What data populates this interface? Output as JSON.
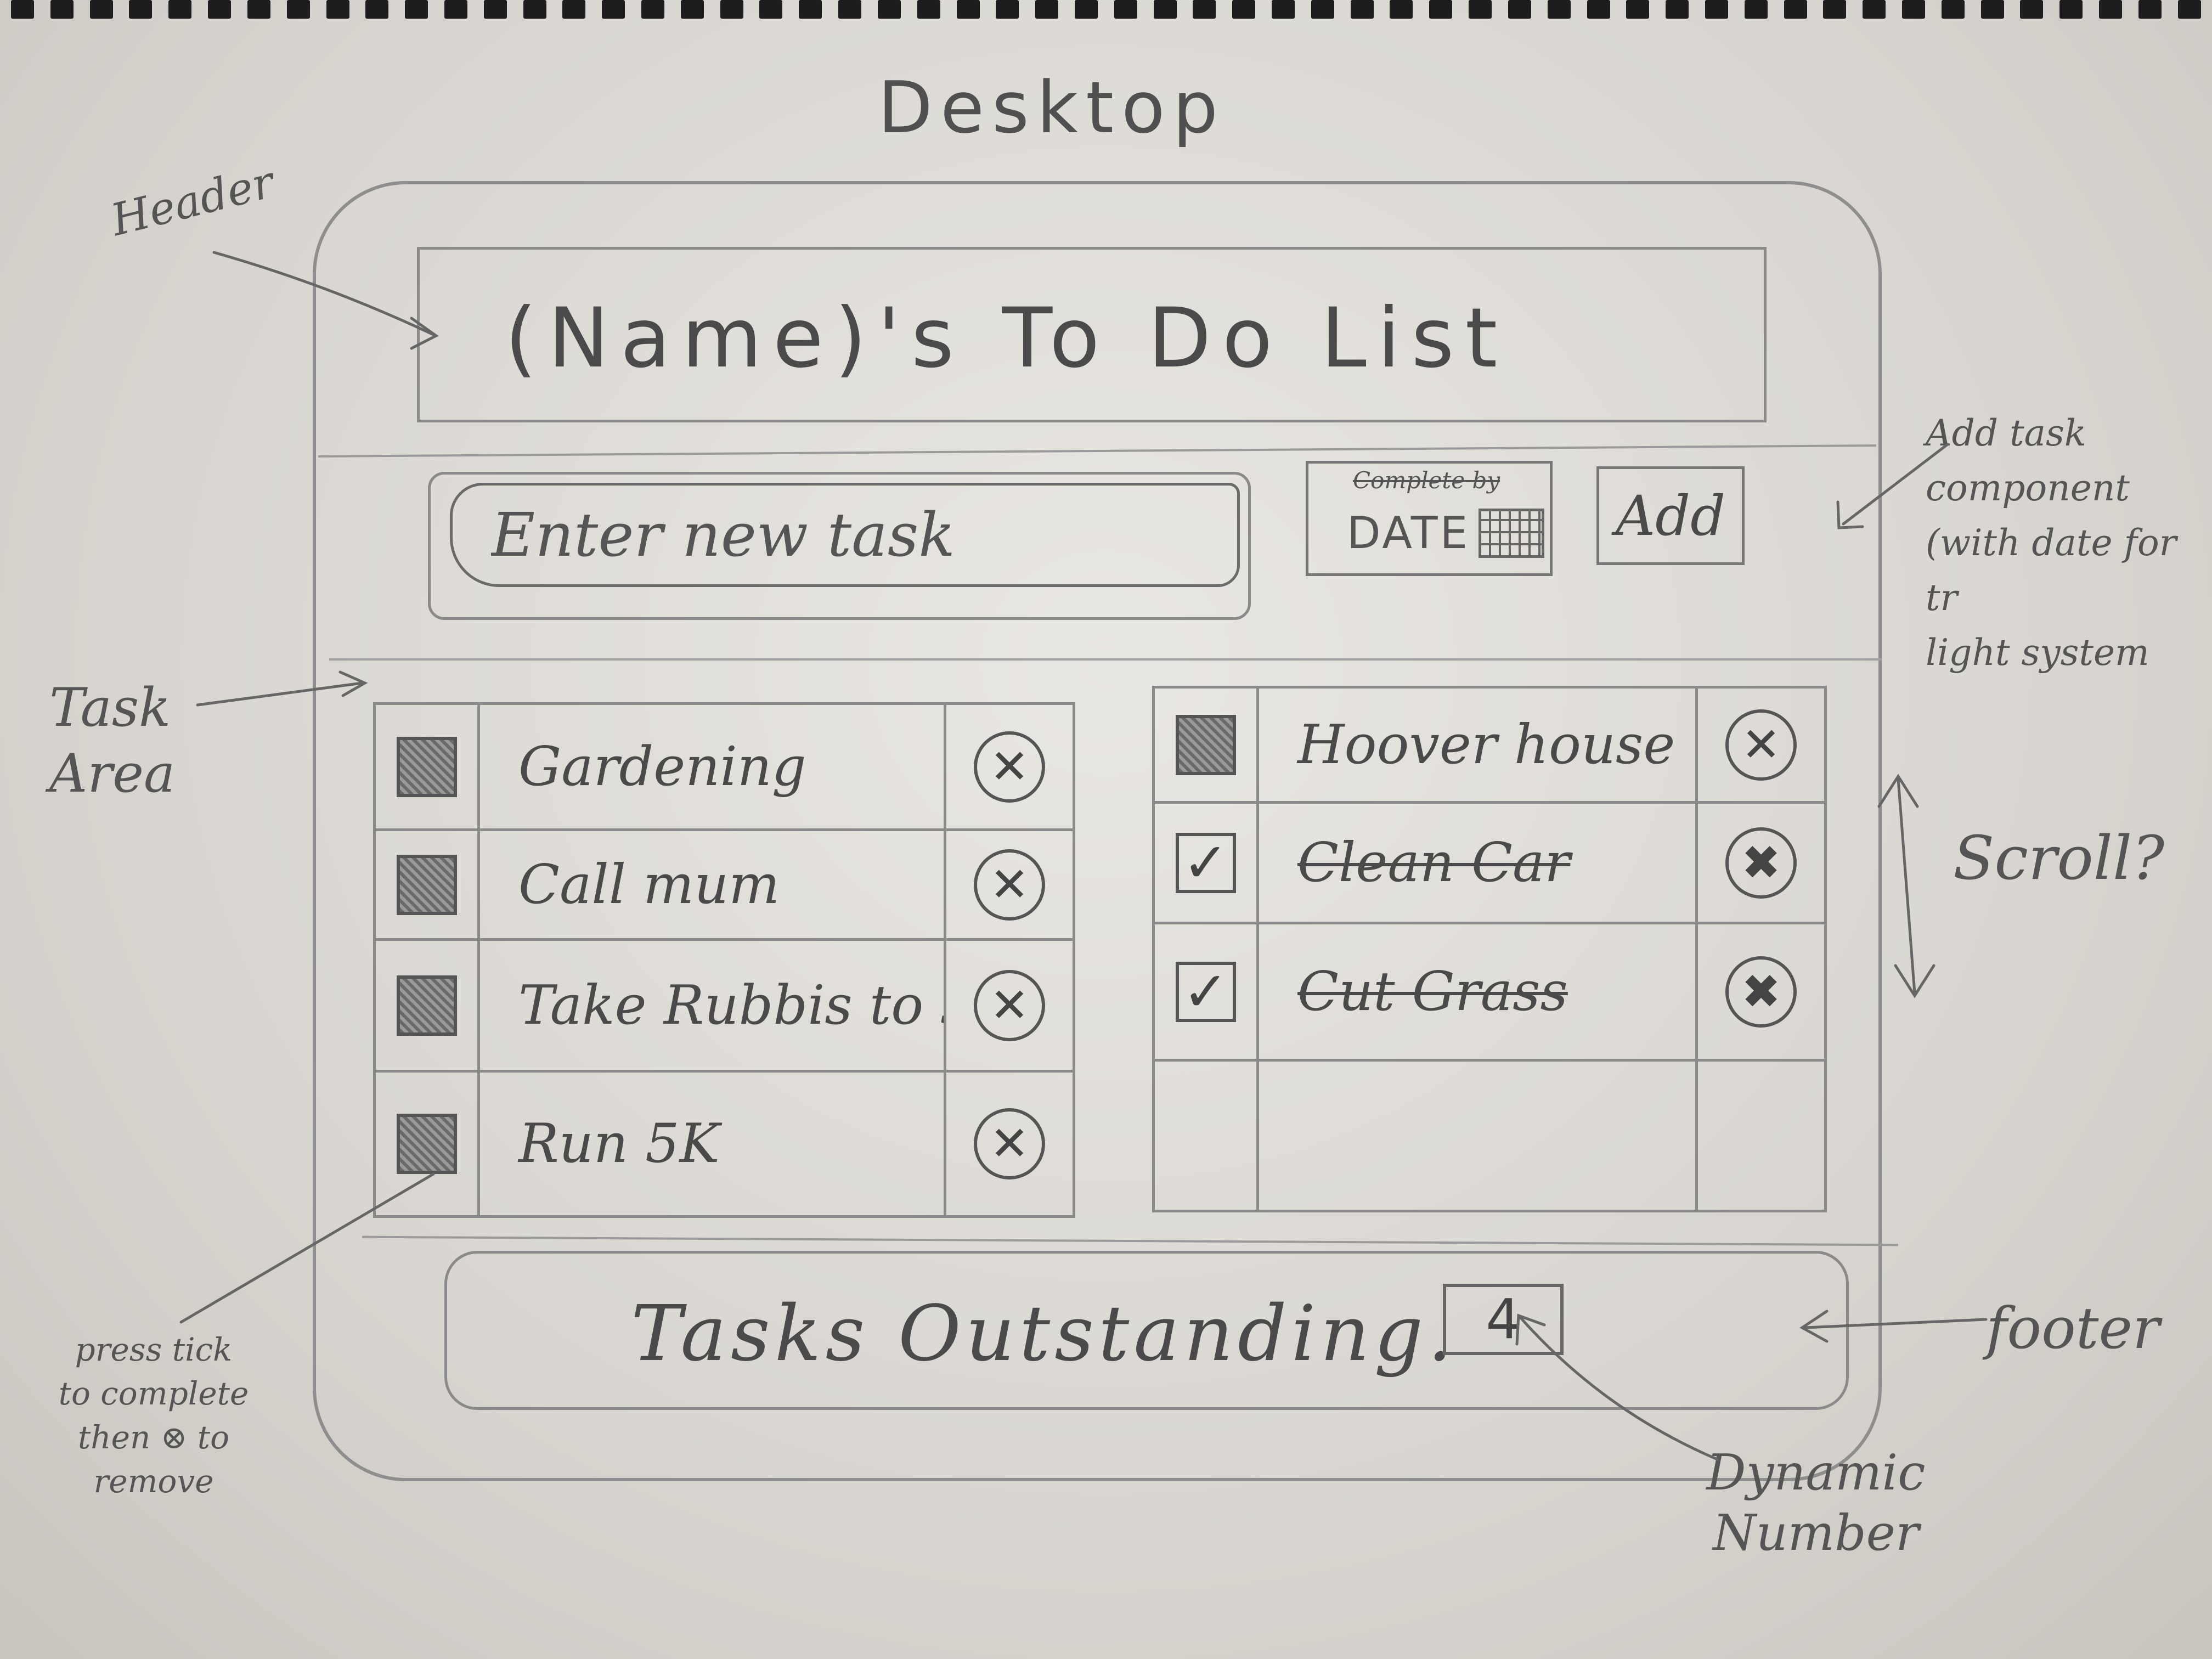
{
  "page_title": "Desktop",
  "header": {
    "title": "(Name)'s To Do List"
  },
  "add_task": {
    "input_placeholder": "Enter new task",
    "date_caption": "Complete by",
    "date_label": "DATE",
    "add_button_label": "Add"
  },
  "task_lists": {
    "left": [
      {
        "label": "Gardening",
        "completed": false
      },
      {
        "label": "Call mum",
        "completed": false
      },
      {
        "label": "Take Rubbis to skip",
        "completed": false
      },
      {
        "label": "Run 5K",
        "completed": false
      }
    ],
    "right": [
      {
        "label": "Hoover house",
        "completed": false
      },
      {
        "label": "Clean Car",
        "completed": true
      },
      {
        "label": "Cut Grass",
        "completed": true
      }
    ]
  },
  "footer": {
    "label": "Tasks Outstanding.",
    "count": "4"
  },
  "annotations": {
    "header": "Header",
    "task_area": "Task Area",
    "add_task": "Add task\ncomponent\n(with date for tr\nlight system",
    "scroll": "Scroll?",
    "footer": "footer",
    "dynamic_number": "Dynamic\nNumber",
    "press_tick": "press tick\nto complete\nthen ⊗ to\nremove"
  }
}
